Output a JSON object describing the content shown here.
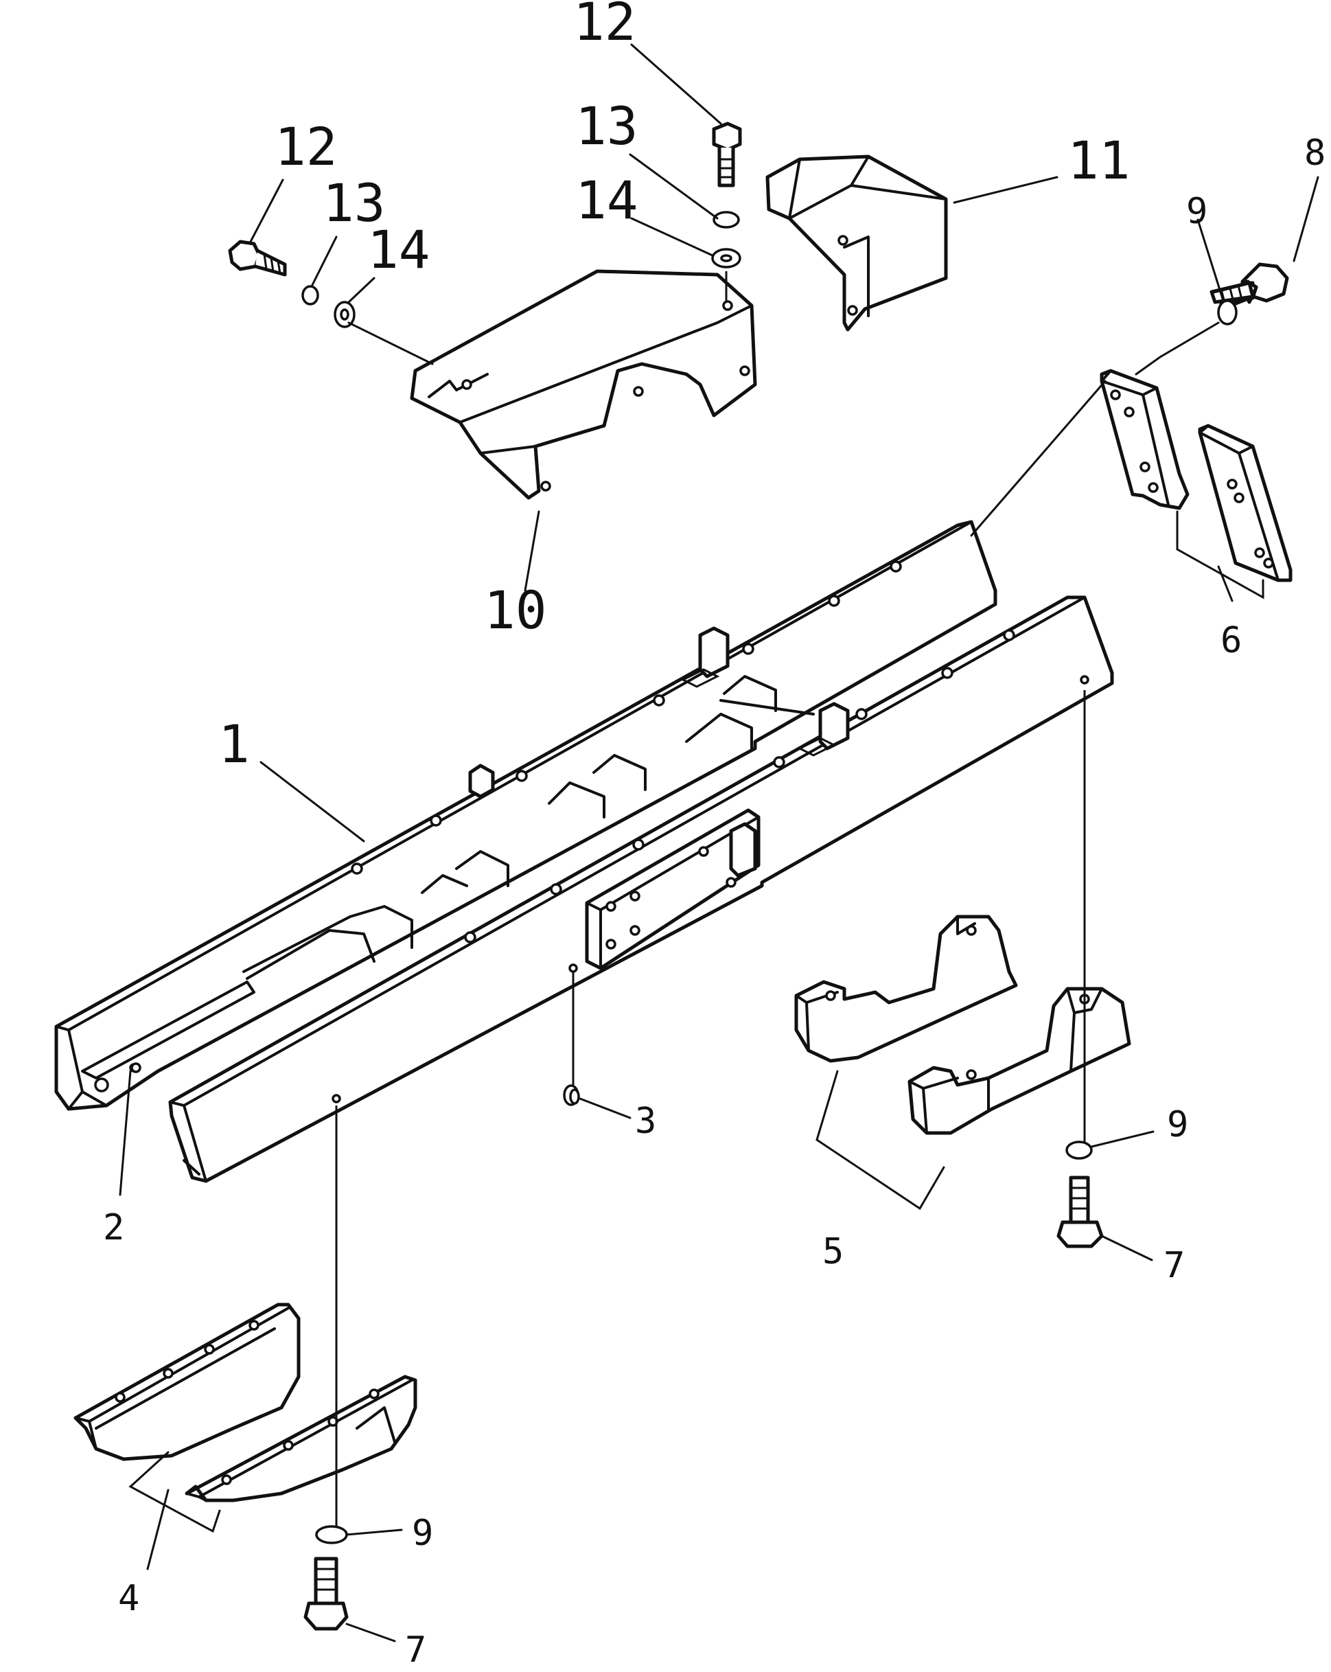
{
  "callouts": {
    "c1": "1",
    "c2": "2",
    "c3": "3",
    "c4": "4",
    "c5": "5",
    "c6": "6",
    "c7a": "7",
    "c7b": "7",
    "c8": "8",
    "c9a": "9",
    "c9b": "9",
    "c9c": "9",
    "c10": "10",
    "c11": "11",
    "c12a": "12",
    "c12b": "12",
    "c13a": "13",
    "c13b": "13",
    "c14a": "14",
    "c14b": "14"
  },
  "colors": {
    "ink": "#111111",
    "paper": "#ffffff"
  }
}
